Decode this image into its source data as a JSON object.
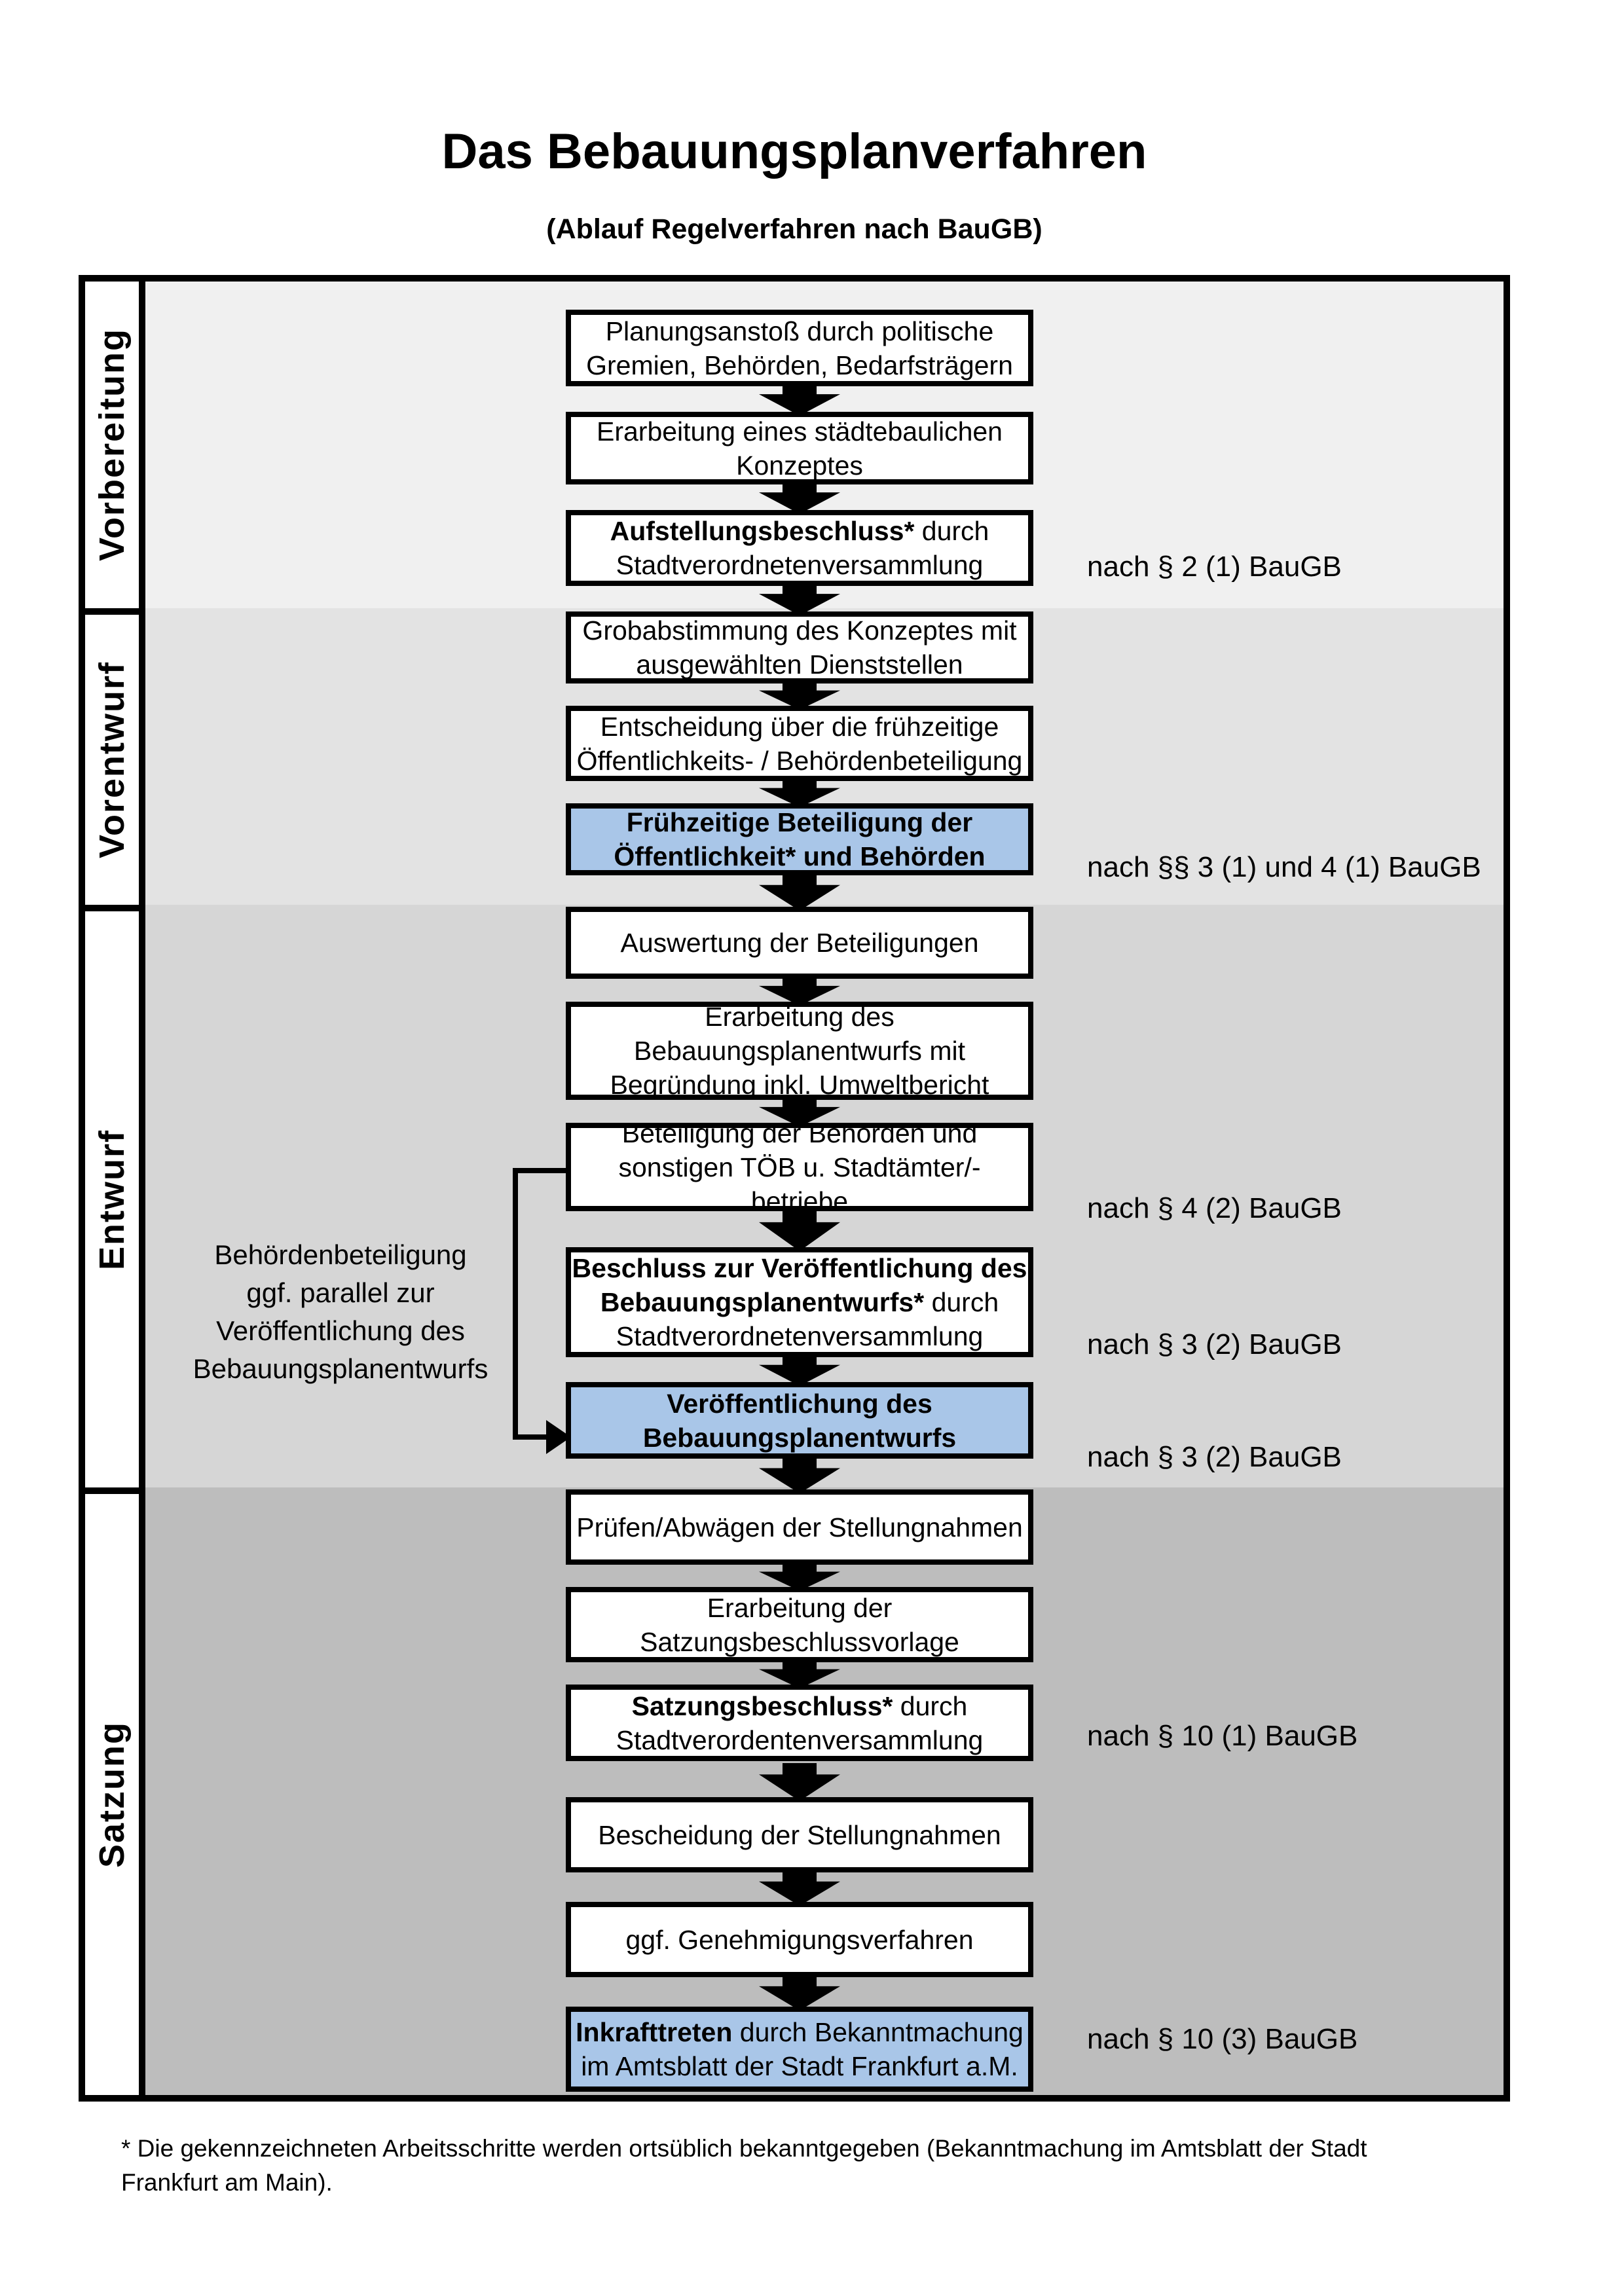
{
  "page": {
    "title": "Das Bebauungsplanverfahren",
    "subtitle": "(Ablauf Regelverfahren nach BauGB)",
    "footnote": "* Die gekennzeichneten Arbeitsschritte werden ortsüblich bekanntgegeben (Bekanntmachung im Amtsblatt  der Stadt\nFrankfurt am Main)."
  },
  "phases": [
    {
      "label": "Vorbereitung"
    },
    {
      "label": "Vorentwurf"
    },
    {
      "label": "Entwurf"
    },
    {
      "label": "Satzung"
    }
  ],
  "flow": {
    "boxes": [
      {
        "segments": [
          {
            "text": "Planungsanstoß durch politische\nGremien, Behörden, Bedarfsträgern",
            "bold": false
          }
        ],
        "highlighted": false
      },
      {
        "segments": [
          {
            "text": "Erarbeitung eines städtebaulichen\nKonzeptes",
            "bold": false
          }
        ],
        "highlighted": false
      },
      {
        "segments": [
          {
            "text": "Aufstellungsbeschluss*",
            "bold": true
          },
          {
            "text": " durch\nStadtverordnetenversammlung",
            "bold": false
          }
        ],
        "highlighted": false
      },
      {
        "segments": [
          {
            "text": "Grobabstimmung des Konzeptes mit\nausgewählten Dienststellen",
            "bold": false
          }
        ],
        "highlighted": false
      },
      {
        "segments": [
          {
            "text": "Entscheidung über die frühzeitige\nÖffentlichkeits- / Behördenbeteiligung",
            "bold": false
          }
        ],
        "highlighted": false
      },
      {
        "segments": [
          {
            "text": "Frühzeitige Beteiligung der\nÖffentlichkeit* und Behörden",
            "bold": true
          }
        ],
        "highlighted": true
      },
      {
        "segments": [
          {
            "text": "Auswertung der Beteiligungen",
            "bold": false
          }
        ],
        "highlighted": false
      },
      {
        "segments": [
          {
            "text": "Erarbeitung des\nBebauungsplanentwurfs mit\nBegründung inkl. Umweltbericht",
            "bold": false
          }
        ],
        "highlighted": false
      },
      {
        "segments": [
          {
            "text": "Beteiligung der Behörden und\nsonstigen TÖB u. Stadtämter/-betriebe",
            "bold": false
          }
        ],
        "highlighted": false
      },
      {
        "segments": [
          {
            "text": "Beschluss zur Veröffentlichung des\nBebauungsplanentwurfs*",
            "bold": true
          },
          {
            "text": " durch\nStadtverordnetenversammlung",
            "bold": false
          }
        ],
        "highlighted": false
      },
      {
        "segments": [
          {
            "text": "Veröffentlichung des\nBebauungsplanentwurfs",
            "bold": true
          }
        ],
        "highlighted": true
      },
      {
        "segments": [
          {
            "text": "Prüfen/Abwägen der Stellungnahmen",
            "bold": false
          }
        ],
        "highlighted": false
      },
      {
        "segments": [
          {
            "text": "Erarbeitung der\nSatzungsbeschlussvorlage",
            "bold": false
          }
        ],
        "highlighted": false
      },
      {
        "segments": [
          {
            "text": "Satzungsbeschluss*",
            "bold": true
          },
          {
            "text": " durch\nStadtverordentenversammlung",
            "bold": false
          }
        ],
        "highlighted": false
      },
      {
        "segments": [
          {
            "text": "Bescheidung der Stellungnahmen",
            "bold": false
          }
        ],
        "highlighted": false
      },
      {
        "segments": [
          {
            "text": "ggf. Genehmigungsverfahren",
            "bold": false
          }
        ],
        "highlighted": false
      },
      {
        "segments": [
          {
            "text": "Inkrafttreten",
            "bold": true
          },
          {
            "text": " durch Bekanntmachung\nim Amtsblatt der Stadt Frankfurt a.M.",
            "bold": false
          }
        ],
        "highlighted": true
      }
    ]
  },
  "refs": [
    {
      "text": "nach § 2 (1) BauGB"
    },
    {
      "text": "nach §§ 3 (1) und 4 (1) BauGB"
    },
    {
      "text": "nach § 4 (2) BauGB"
    },
    {
      "text": "nach § 3 (2) BauGB"
    },
    {
      "text": "nach § 3 (2) BauGB"
    },
    {
      "text": "nach § 10 (1) BauGB"
    },
    {
      "text": "nach § 10 (3) BauGB"
    }
  ],
  "annotation": {
    "text": "Behördenbeteiligung\nggf. parallel zur\nVeröffentlichung des\nBebauungsplanentwurfs"
  },
  "colors": {
    "highlight_blue": "#a9c6e8",
    "band_vorbereitung": "#f0f0f0",
    "band_vorentwurf": "#e3e3e3",
    "band_entwurf": "#d6d6d6",
    "band_satzung": "#bdbdbd"
  }
}
